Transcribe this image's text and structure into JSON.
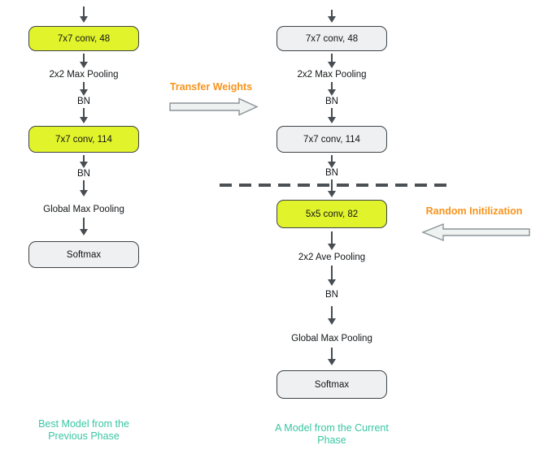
{
  "colors": {
    "highlight_fill": "#e1f32a",
    "plain_fill": "#eef0f1",
    "box_border": "#3e4347",
    "flow_arrow": "#474d52",
    "divider": "#4a5054",
    "annotation_orange": "#f7941d",
    "caption_teal": "#38c6a3",
    "block_arrow_fill": "#eef2f1",
    "block_arrow_border": "#8b9398"
  },
  "left": {
    "caption": "Best Model from the Previous Phase",
    "nodes": [
      {
        "label": "7x7 conv, 48",
        "kind": "conv-highlighted"
      },
      {
        "label": "2x2 Max Pooling",
        "kind": "op"
      },
      {
        "label": "BN",
        "kind": "op"
      },
      {
        "label": "7x7 conv, 114",
        "kind": "conv-highlighted"
      },
      {
        "label": "BN",
        "kind": "op"
      },
      {
        "label": "Global Max Pooling",
        "kind": "op"
      },
      {
        "label": "Softmax",
        "kind": "output"
      }
    ]
  },
  "right": {
    "caption": "A Model from the Current Phase",
    "nodes": [
      {
        "label": "7x7 conv, 48",
        "kind": "conv-transferred"
      },
      {
        "label": "2x2 Max Pooling",
        "kind": "op"
      },
      {
        "label": "BN",
        "kind": "op"
      },
      {
        "label": "7x7 conv, 114",
        "kind": "conv-transferred"
      },
      {
        "label": "BN",
        "kind": "op"
      },
      {
        "label": "5x5 conv, 82",
        "kind": "conv-highlighted"
      },
      {
        "label": "2x2 Ave Pooling",
        "kind": "op"
      },
      {
        "label": "BN",
        "kind": "op"
      },
      {
        "label": "Global Max Pooling",
        "kind": "op"
      },
      {
        "label": "Softmax",
        "kind": "output"
      }
    ]
  },
  "annotations": {
    "transfer": "Transfer Weights",
    "random_init": "Random Initilization"
  }
}
